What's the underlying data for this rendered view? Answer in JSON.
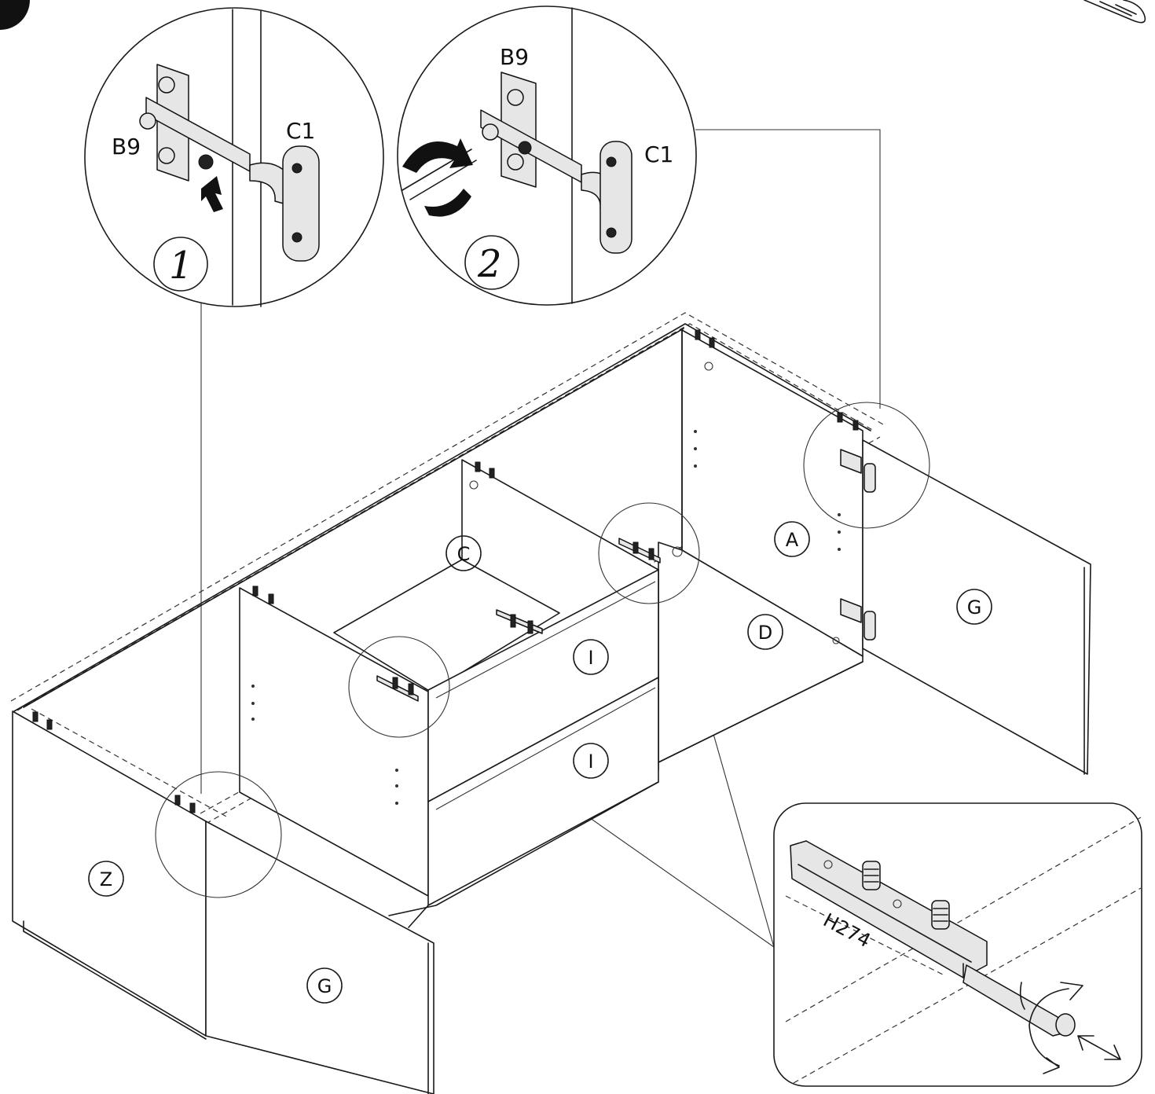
{
  "callouts": {
    "detail1_b9": "B9",
    "detail1_c1": "C1",
    "detail1_step": "1",
    "detail2_b9": "B9",
    "detail2_c1": "C1",
    "detail2_step": "2",
    "connector_part": "H274"
  },
  "panel_labels": {
    "A": "A",
    "C": "C",
    "D": "D",
    "G_right": "G",
    "G_left": "G",
    "I_upper": "I",
    "I_lower": "I",
    "Z": "Z"
  },
  "colors": {
    "ink": "#1a1a1a",
    "paper": "#ffffff",
    "metal": "#e6e6e6"
  }
}
